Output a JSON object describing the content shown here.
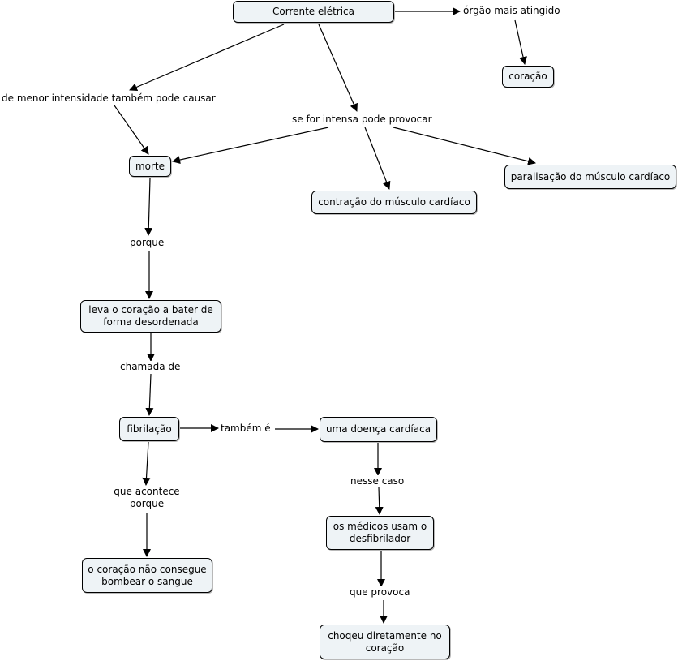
{
  "nodes": {
    "corrente": "Corrente elétrica",
    "coracao": "coração",
    "morte": "morte",
    "contracao": "contração do músculo cardíaco",
    "paralisacao": "paralisação do músculo cardíaco",
    "leva": "leva o coração a bater de forma desordenada",
    "fibrilacao": "fibrilação",
    "doenca": "uma doença cardíaca",
    "medicos": "os médicos usam o desfibrilador",
    "nao_consegue": "o coração não consegue bombear o sangue",
    "choqeu": "choqeu diretamente no coração"
  },
  "labels": {
    "orgao": "órgão mais atingido",
    "menor": "de menor intensidade também pode causar",
    "intensa": "se for intensa pode provocar",
    "porque": "porque",
    "chamada": "chamada de",
    "tambem": "também é",
    "acontece": "que acontece porque",
    "nesse": "nesse caso",
    "provoca": "que provoca"
  }
}
